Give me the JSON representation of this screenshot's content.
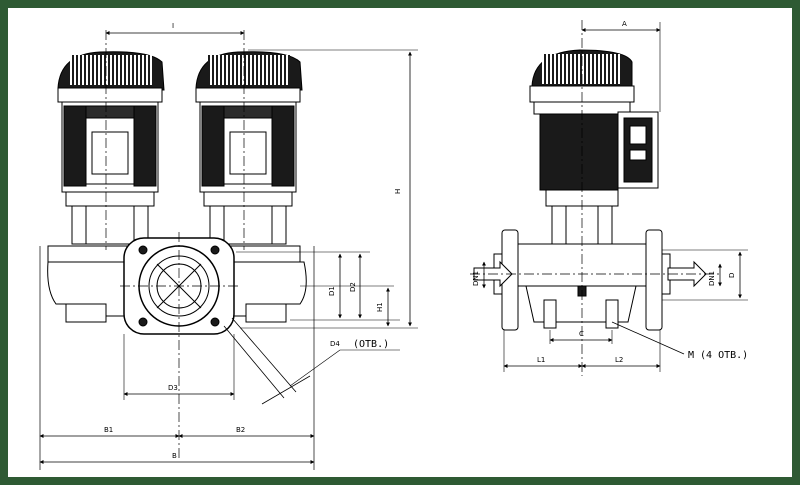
{
  "colors": {
    "frame": "#2e5a33",
    "ink": "#000000",
    "motor_dark": "#1a1a1a"
  },
  "front_view": {
    "dims": {
      "I": "I",
      "H": "H",
      "D1": "D1",
      "D2": "D2",
      "H1": "H1",
      "D3": "D3",
      "D4": "D4",
      "D4_note": "(ОТВ.)",
      "B1": "B1",
      "B2": "B2",
      "B": "B"
    }
  },
  "side_view": {
    "dims": {
      "A": "A",
      "DN_left": "DN1",
      "DN_right": "DN1",
      "D": "D",
      "C": "C",
      "L1": "L1",
      "L2": "L2",
      "M_note": "M (4 ОТВ.)"
    }
  }
}
